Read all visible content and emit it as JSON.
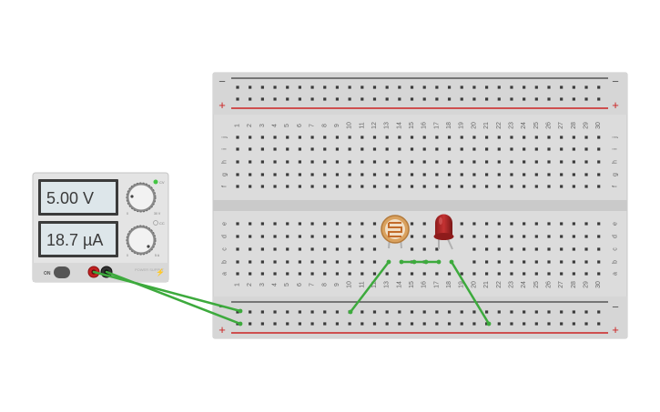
{
  "power_supply": {
    "voltage_display": "5.00 V",
    "current_display": "18.7 µA",
    "on_label": "ON",
    "cv_label": "CV",
    "cc_label": "CC",
    "voltage_max_label": "30 V",
    "current_max_label": "5 A",
    "knob_min_label": "0",
    "brand_label": "POWER SUPPLY",
    "status_color": "#44c544"
  },
  "breadboard": {
    "columns": [
      "1",
      "2",
      "3",
      "4",
      "5",
      "6",
      "7",
      "8",
      "9",
      "10",
      "11",
      "12",
      "13",
      "14",
      "15",
      "16",
      "17",
      "18",
      "19",
      "20",
      "21",
      "22",
      "23",
      "24",
      "25",
      "26",
      "27",
      "28",
      "29",
      "30"
    ],
    "upper_rows": [
      "j",
      "i",
      "h",
      "g",
      "f"
    ],
    "lower_rows": [
      "e",
      "d",
      "c",
      "b",
      "a"
    ],
    "rail_minus_label": "−",
    "rail_plus_label": "+",
    "rail_minus_color": "#555555",
    "rail_plus_color": "#cc2222"
  },
  "components": {
    "photoresistor": "photoresistor",
    "led": "red-led",
    "wire_color": "#3daa3d"
  }
}
